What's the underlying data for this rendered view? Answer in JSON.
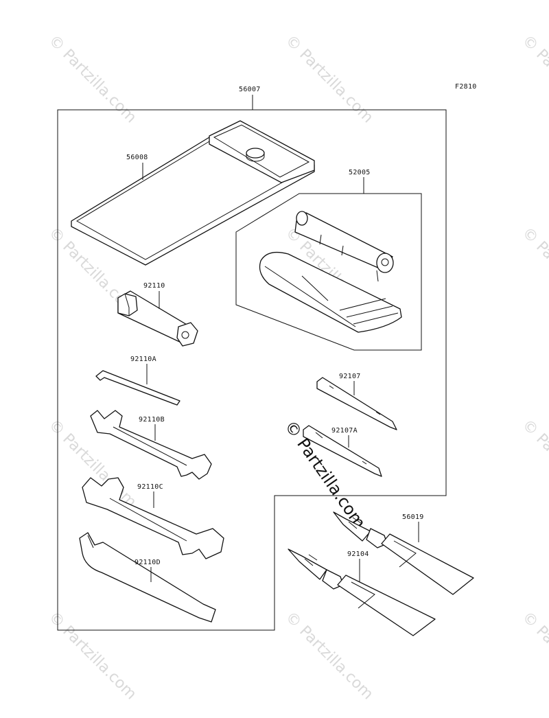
{
  "figure_code": "F2810",
  "watermark_text": "© Partzilla.com",
  "center_watermark_text": "© Partzilla.com",
  "parts": [
    {
      "id": "p56007",
      "number": "56007"
    },
    {
      "id": "p56008",
      "number": "56008"
    },
    {
      "id": "p52005",
      "number": "52005"
    },
    {
      "id": "p92110",
      "number": "92110"
    },
    {
      "id": "p92110A",
      "number": "92110A"
    },
    {
      "id": "p92110B",
      "number": "92110B"
    },
    {
      "id": "p92110C",
      "number": "92110C"
    },
    {
      "id": "p92110D",
      "number": "92110D"
    },
    {
      "id": "p92107",
      "number": "92107"
    },
    {
      "id": "p92107A",
      "number": "92107A"
    },
    {
      "id": "p56019",
      "number": "56019"
    },
    {
      "id": "p92104",
      "number": "92104"
    }
  ]
}
